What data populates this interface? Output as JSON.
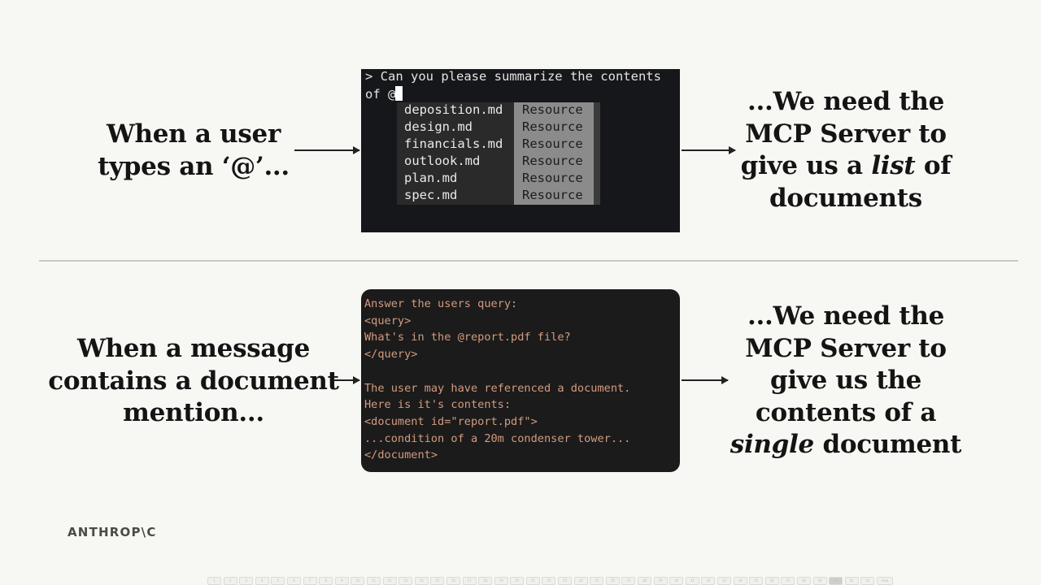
{
  "top": {
    "left_caption": [
      "When a user",
      "types an ‘@’..."
    ],
    "terminal": {
      "prompt_line1": "> Can you please summarize the contents",
      "prompt_line2": "of @",
      "items": [
        {
          "name": "deposition.md",
          "type": "Resource"
        },
        {
          "name": "design.md",
          "type": "Resource"
        },
        {
          "name": "financials.md",
          "type": "Resource"
        },
        {
          "name": "outlook.md",
          "type": "Resource"
        },
        {
          "name": "plan.md",
          "type": "Resource"
        },
        {
          "name": "spec.md",
          "type": "Resource"
        }
      ]
    },
    "right_caption": [
      {
        "pre": "...We need the",
        "em": "",
        "post": ""
      },
      {
        "pre": "MCP Server to",
        "em": "",
        "post": ""
      },
      {
        "pre": "give us a ",
        "em": "list",
        "post": " of"
      },
      {
        "pre": "documents",
        "em": "",
        "post": ""
      }
    ]
  },
  "bottom": {
    "left_caption": [
      "When a message",
      "contains a document",
      "mention..."
    ],
    "prompt_lines": [
      "Answer the users query:",
      "<query>",
      "What's in the @report.pdf file?",
      "</query>",
      "",
      "The user may have referenced a document.",
      "Here is it's contents:",
      "<document id=\"report.pdf\">",
      "...condition of a 20m condenser tower...",
      "</document>"
    ],
    "right_caption": [
      {
        "pre": "...We need the",
        "em": "",
        "post": ""
      },
      {
        "pre": "MCP Server to",
        "em": "",
        "post": ""
      },
      {
        "pre": "give us the",
        "em": "",
        "post": ""
      },
      {
        "pre": "contents of a",
        "em": "",
        "post": ""
      },
      {
        "pre": "",
        "em": "single",
        "post": " document"
      }
    ]
  },
  "logo": "ANTHROP\\C",
  "slide_nav": {
    "pages": [
      "1",
      "2",
      "3",
      "4",
      "5",
      "6",
      "7",
      "8",
      "9",
      "10",
      "11",
      "12",
      "13",
      "14",
      "15",
      "16",
      "17",
      "18",
      "19",
      "20",
      "21",
      "22",
      "23",
      "24",
      "25",
      "26",
      "27",
      "28",
      "29",
      "30",
      "31",
      "32",
      "33",
      "34",
      "35",
      "36",
      "37",
      "38",
      "39",
      "40",
      "41",
      "42",
      "new"
    ],
    "current": "40"
  }
}
